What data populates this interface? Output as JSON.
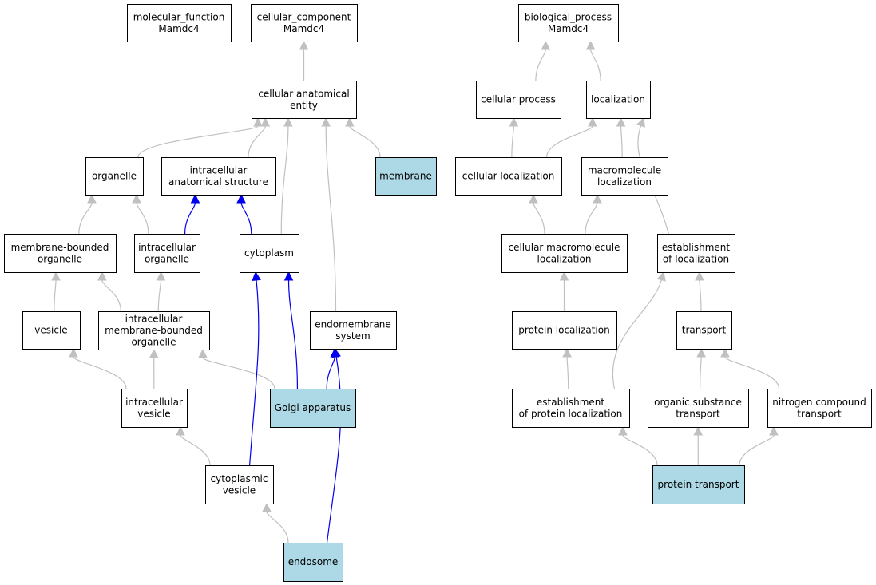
{
  "colors": {
    "background": "#ffffff",
    "node_fill": "#ffffff",
    "highlight_fill": "#add8e6",
    "node_border": "#000000",
    "edge_gray": "#c0c0c0",
    "edge_blue": "#0000ee"
  },
  "nodes": [
    {
      "id": "molecular_function",
      "lines": [
        "molecular_function",
        "Mamdc4"
      ],
      "highlighted": false
    },
    {
      "id": "cellular_component",
      "lines": [
        "cellular_component",
        "Mamdc4"
      ],
      "highlighted": false
    },
    {
      "id": "cellular_anatomical_entity",
      "lines": [
        "cellular anatomical",
        "entity"
      ],
      "highlighted": false
    },
    {
      "id": "organelle",
      "lines": [
        "organelle"
      ],
      "highlighted": false
    },
    {
      "id": "intracellular_anatomical_structure",
      "lines": [
        "intracellular",
        "anatomical structure"
      ],
      "highlighted": false
    },
    {
      "id": "membrane",
      "lines": [
        "membrane"
      ],
      "highlighted": true
    },
    {
      "id": "membrane_bounded_organelle",
      "lines": [
        "membrane-bounded",
        "organelle"
      ],
      "highlighted": false
    },
    {
      "id": "intracellular_organelle",
      "lines": [
        "intracellular",
        "organelle"
      ],
      "highlighted": false
    },
    {
      "id": "cytoplasm",
      "lines": [
        "cytoplasm"
      ],
      "highlighted": false
    },
    {
      "id": "vesicle",
      "lines": [
        "vesicle"
      ],
      "highlighted": false
    },
    {
      "id": "intracellular_mbo",
      "lines": [
        "intracellular",
        "membrane-bounded",
        "organelle"
      ],
      "highlighted": false
    },
    {
      "id": "endomembrane_system",
      "lines": [
        "endomembrane",
        "system"
      ],
      "highlighted": false
    },
    {
      "id": "intracellular_vesicle",
      "lines": [
        "intracellular",
        "vesicle"
      ],
      "highlighted": false
    },
    {
      "id": "golgi_apparatus",
      "lines": [
        "Golgi apparatus"
      ],
      "highlighted": true
    },
    {
      "id": "cytoplasmic_vesicle",
      "lines": [
        "cytoplasmic",
        "vesicle"
      ],
      "highlighted": false
    },
    {
      "id": "endosome",
      "lines": [
        "endosome"
      ],
      "highlighted": true
    },
    {
      "id": "biological_process",
      "lines": [
        "biological_process",
        "Mamdc4"
      ],
      "highlighted": false
    },
    {
      "id": "cellular_process",
      "lines": [
        "cellular process"
      ],
      "highlighted": false
    },
    {
      "id": "localization",
      "lines": [
        "localization"
      ],
      "highlighted": false
    },
    {
      "id": "cellular_localization",
      "lines": [
        "cellular localization"
      ],
      "highlighted": false
    },
    {
      "id": "macromolecule_localization",
      "lines": [
        "macromolecule",
        "localization"
      ],
      "highlighted": false
    },
    {
      "id": "cellular_macromolecule_localization",
      "lines": [
        "cellular macromolecule",
        "localization"
      ],
      "highlighted": false
    },
    {
      "id": "establishment_of_localization",
      "lines": [
        "establishment",
        "of localization"
      ],
      "highlighted": false
    },
    {
      "id": "protein_localization",
      "lines": [
        "protein localization"
      ],
      "highlighted": false
    },
    {
      "id": "transport",
      "lines": [
        "transport"
      ],
      "highlighted": false
    },
    {
      "id": "establishment_of_protein_localization",
      "lines": [
        "establishment",
        "of protein localization"
      ],
      "highlighted": false
    },
    {
      "id": "organic_substance_transport",
      "lines": [
        "organic substance",
        "transport"
      ],
      "highlighted": false
    },
    {
      "id": "nitrogen_compound_transport",
      "lines": [
        "nitrogen compound",
        "transport"
      ],
      "highlighted": false
    },
    {
      "id": "protein_transport",
      "lines": [
        "protein transport"
      ],
      "highlighted": true
    }
  ],
  "edges": [
    {
      "from": "cellular_anatomical_entity",
      "to": "cellular_component",
      "style": "gray"
    },
    {
      "from": "organelle",
      "to": "cellular_anatomical_entity",
      "style": "gray"
    },
    {
      "from": "intracellular_anatomical_structure",
      "to": "cellular_anatomical_entity",
      "style": "gray"
    },
    {
      "from": "membrane",
      "to": "cellular_anatomical_entity",
      "style": "gray"
    },
    {
      "from": "cytoplasm",
      "to": "cellular_anatomical_entity",
      "style": "gray"
    },
    {
      "from": "endomembrane_system",
      "to": "cellular_anatomical_entity",
      "style": "gray"
    },
    {
      "from": "membrane_bounded_organelle",
      "to": "organelle",
      "style": "gray"
    },
    {
      "from": "intracellular_organelle",
      "to": "organelle",
      "style": "gray"
    },
    {
      "from": "intracellular_organelle",
      "to": "intracellular_anatomical_structure",
      "style": "blue"
    },
    {
      "from": "cytoplasm",
      "to": "intracellular_anatomical_structure",
      "style": "blue"
    },
    {
      "from": "vesicle",
      "to": "membrane_bounded_organelle",
      "style": "gray"
    },
    {
      "from": "intracellular_mbo",
      "to": "membrane_bounded_organelle",
      "style": "gray"
    },
    {
      "from": "intracellular_mbo",
      "to": "intracellular_organelle",
      "style": "gray"
    },
    {
      "from": "intracellular_vesicle",
      "to": "vesicle",
      "style": "gray"
    },
    {
      "from": "intracellular_vesicle",
      "to": "intracellular_mbo",
      "style": "gray"
    },
    {
      "from": "golgi_apparatus",
      "to": "intracellular_mbo",
      "style": "gray"
    },
    {
      "from": "golgi_apparatus",
      "to": "cytoplasm",
      "style": "blue"
    },
    {
      "from": "golgi_apparatus",
      "to": "endomembrane_system",
      "style": "blue"
    },
    {
      "from": "cytoplasmic_vesicle",
      "to": "intracellular_vesicle",
      "style": "gray"
    },
    {
      "from": "cytoplasmic_vesicle",
      "to": "cytoplasm",
      "style": "blue"
    },
    {
      "from": "endosome",
      "to": "cytoplasmic_vesicle",
      "style": "gray"
    },
    {
      "from": "endosome",
      "to": "endomembrane_system",
      "style": "blue"
    },
    {
      "from": "cellular_process",
      "to": "biological_process",
      "style": "gray"
    },
    {
      "from": "localization",
      "to": "biological_process",
      "style": "gray"
    },
    {
      "from": "cellular_localization",
      "to": "cellular_process",
      "style": "gray"
    },
    {
      "from": "cellular_localization",
      "to": "localization",
      "style": "gray"
    },
    {
      "from": "macromolecule_localization",
      "to": "localization",
      "style": "gray"
    },
    {
      "from": "establishment_of_localization",
      "to": "localization",
      "style": "gray"
    },
    {
      "from": "cellular_macromolecule_localization",
      "to": "cellular_localization",
      "style": "gray"
    },
    {
      "from": "cellular_macromolecule_localization",
      "to": "macromolecule_localization",
      "style": "gray"
    },
    {
      "from": "protein_localization",
      "to": "cellular_macromolecule_localization",
      "style": "gray"
    },
    {
      "from": "transport",
      "to": "establishment_of_localization",
      "style": "gray"
    },
    {
      "from": "establishment_of_protein_localization",
      "to": "protein_localization",
      "style": "gray"
    },
    {
      "from": "establishment_of_protein_localization",
      "to": "establishment_of_localization",
      "style": "gray"
    },
    {
      "from": "organic_substance_transport",
      "to": "transport",
      "style": "gray"
    },
    {
      "from": "nitrogen_compound_transport",
      "to": "transport",
      "style": "gray"
    },
    {
      "from": "protein_transport",
      "to": "establishment_of_protein_localization",
      "style": "gray"
    },
    {
      "from": "protein_transport",
      "to": "organic_substance_transport",
      "style": "gray"
    },
    {
      "from": "protein_transport",
      "to": "nitrogen_compound_transport",
      "style": "gray"
    }
  ]
}
